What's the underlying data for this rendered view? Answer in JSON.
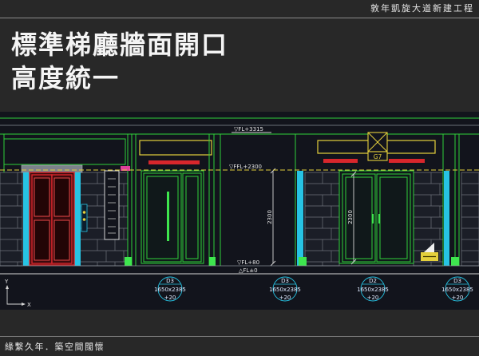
{
  "header": {
    "project_title": "敦年凱旋大道新建工程"
  },
  "slide": {
    "title_line1": "標準梯廳牆面開口",
    "title_line2": "高度統一"
  },
  "drawing": {
    "level_marks": {
      "ceiling": "▽FL+3315",
      "opening_top": "▽FFL+2300",
      "finish_floor": "▽FL+80",
      "structural_floor": "△FL±0"
    },
    "dimension_left": "2300",
    "dimension_right": "2300",
    "grid_marker": "G7",
    "door_tags": [
      {
        "code": "D3",
        "size": "1650x2385",
        "offset": "+20"
      },
      {
        "code": "D3",
        "size": "1650x2385",
        "offset": "+20"
      },
      {
        "code": "D2",
        "size": "1650x2385",
        "offset": "+20"
      },
      {
        "code": "D3",
        "size": "1650x2385",
        "offset": "+20"
      }
    ],
    "ucs_axis_labels": [
      "Y",
      "X"
    ]
  },
  "footer": {
    "slogan": "緣繫久年．築空間闊懷"
  },
  "colors": {
    "slide_background": "#282828",
    "drawing_background": "#12141c",
    "title_text": "#f4f4f4",
    "cad_green": "#2fcf3a",
    "cad_cyan": "#27c3e3",
    "cad_red": "#d8262c",
    "cad_yellow": "#e4d03c",
    "cad_gray": "#6e727c"
  }
}
